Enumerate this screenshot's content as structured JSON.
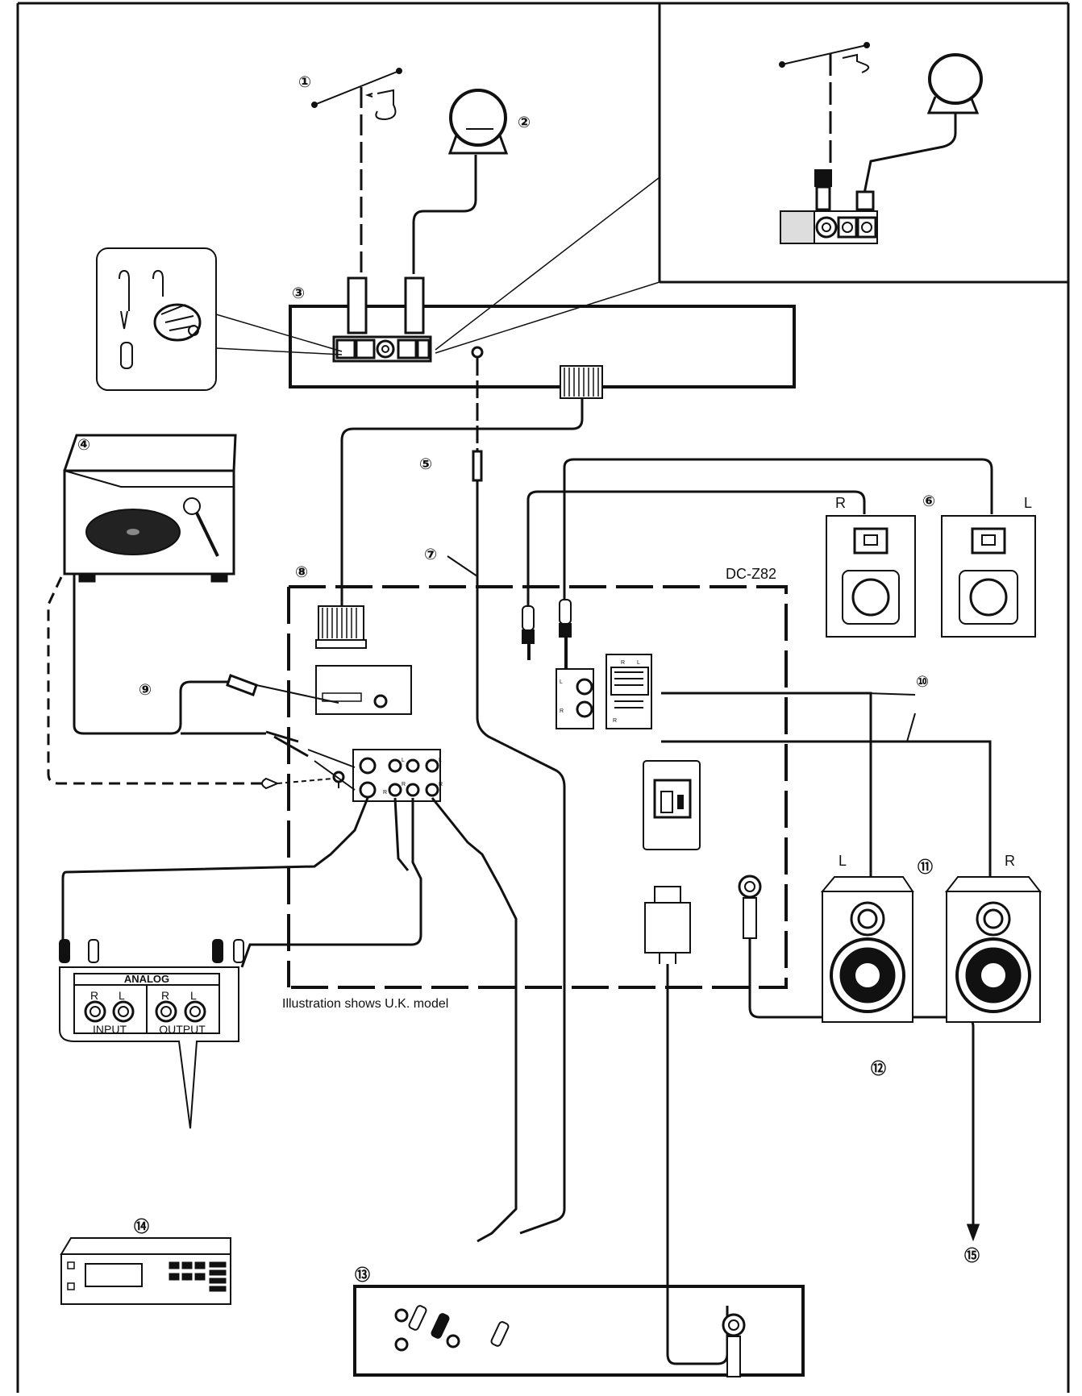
{
  "model_label": "DC-Z82",
  "note": "Illustration shows U.K. model",
  "callouts": {
    "c1": "①",
    "c2": "②",
    "c3": "③",
    "c4": "④",
    "c5": "⑤",
    "c6": "⑥",
    "c7": "⑦",
    "c8": "⑧",
    "c9": "⑨",
    "c10": "⑩",
    "c11": "⑪",
    "c12": "⑫",
    "c13": "⑬",
    "c14": "⑭",
    "c15": "⑮"
  },
  "speaker_labels": {
    "sub_right": "R",
    "sub_left": "L",
    "main_left": "L",
    "main_right": "R"
  },
  "analog_panel": {
    "title": "ANALOG",
    "input": "INPUT",
    "output": "OUTPUT",
    "in_r": "R",
    "in_l": "L",
    "out_r": "R",
    "out_l": "L"
  },
  "jack_labels": {
    "sub_l": "L",
    "sub_r": "R",
    "term_r": "R",
    "term_l": "L",
    "term_r2": "R",
    "in_l": "L",
    "in_r": "R",
    "cd_l": "L",
    "cd_r": "R",
    "tape_r": "R"
  }
}
